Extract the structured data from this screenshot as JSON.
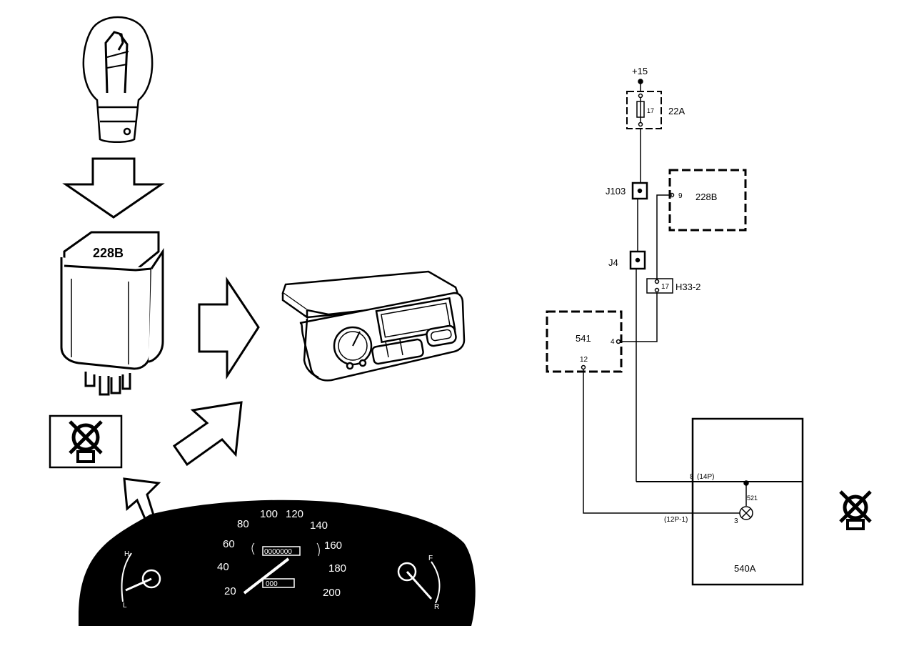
{
  "illustration": {
    "relay_label": "228B",
    "speedometer": {
      "scale": [
        "20",
        "40",
        "60",
        "80",
        "100",
        "120",
        "140",
        "160",
        "180",
        "200"
      ],
      "odometer": "0000000",
      "trip": "000"
    },
    "temp_gauge": {
      "hot": "H",
      "low": "L"
    },
    "fuel_gauge": {
      "full": "F",
      "reserve": "R"
    }
  },
  "schematic": {
    "supply": "+15",
    "fuse": {
      "id": "22A",
      "number": "17"
    },
    "junctions": [
      "J103",
      "J4"
    ],
    "connector_h33": {
      "id": "H33-2",
      "pin": "17"
    },
    "module_228b": {
      "id": "228B",
      "pin": "9"
    },
    "module_541": {
      "id": "541",
      "pin_a": "4",
      "pin_b": "12"
    },
    "cluster_540a": {
      "id": "540A",
      "pin_top": "8",
      "pin_top_conn": "(14P)",
      "pin_bottom_conn": "(12P-1)",
      "pin_bottom": "3",
      "lamp": "521"
    }
  }
}
